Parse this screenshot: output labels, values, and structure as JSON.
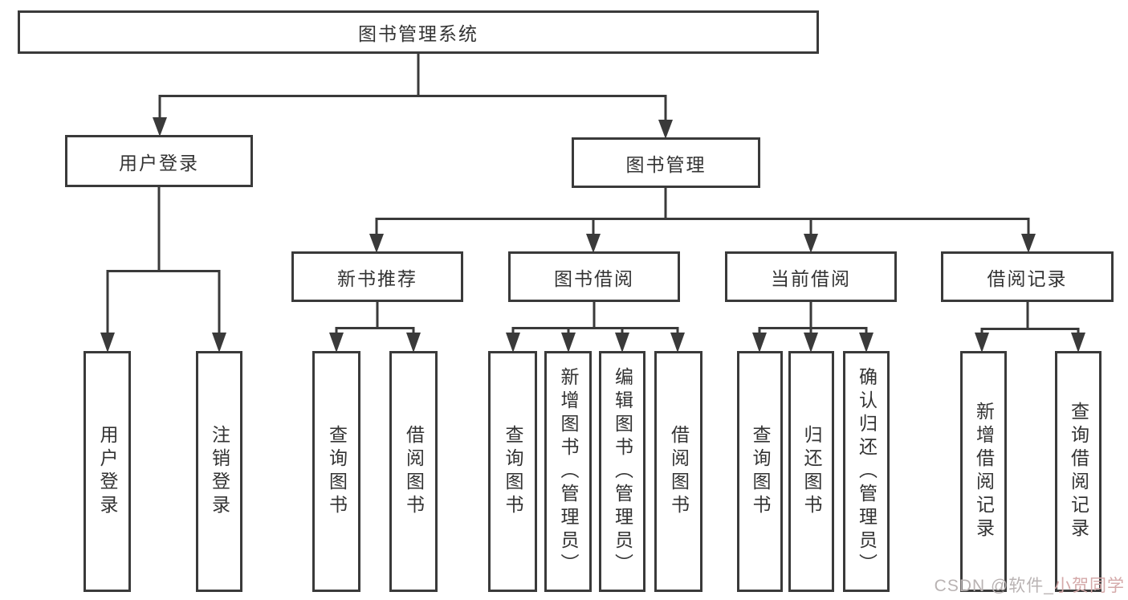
{
  "diagram": {
    "root_label": "图书管理系统",
    "user_login_label": "用户登录",
    "book_management_label": "图书管理",
    "level3": [
      "新书推荐",
      "图书借阅",
      "当前借阅",
      "借阅记录"
    ],
    "user_login_children": [
      "用户登录",
      "注销登录"
    ],
    "new_book_children": [
      "查询图书",
      "借阅图书"
    ],
    "book_borrow_children": [
      "查询图书",
      "新增图书（管理员）",
      "编辑图书（管理员）",
      "借阅图书"
    ],
    "current_borrow_children": [
      "查询图书",
      "归还图书",
      "确认归还（管理员）"
    ],
    "record_children": [
      "新增借阅记录",
      "查询借阅记录"
    ]
  },
  "watermark": {
    "part1": "CSDN @软件_",
    "part2": "小贺同学"
  },
  "colors": {
    "line": "#3a3a3a",
    "text": "#333333",
    "background": "#ffffff",
    "watermark_gray": "#b9b3b3",
    "watermark_pink": "#d4a9a9"
  }
}
